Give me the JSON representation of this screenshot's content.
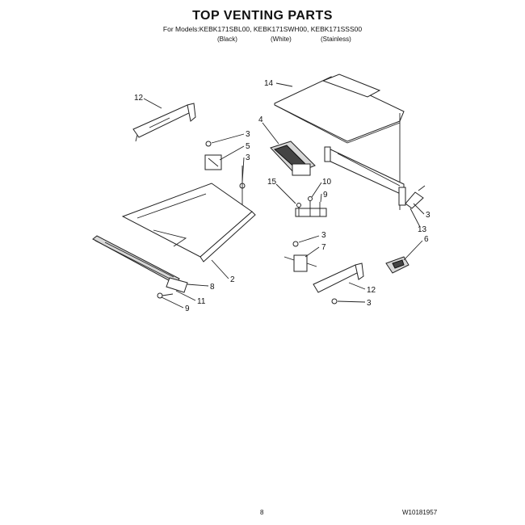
{
  "header": {
    "title": "TOP VENTING PARTS",
    "models": "For Models:KEBK171SBL00, KEBK171SWH00, KEBK171SSS00",
    "variants": [
      "(Black)",
      "(White)",
      "(Stainless)"
    ]
  },
  "footer": {
    "page_number": "8",
    "doc_number": "W10181957"
  },
  "callouts": {
    "c14": "14",
    "c12a": "12",
    "c4": "4",
    "c3a": "3",
    "c5": "5",
    "c3b": "3",
    "c15": "15",
    "c10": "10",
    "c9a": "9",
    "c3c": "3",
    "c13": "13",
    "c6": "6",
    "c3d": "3",
    "c7": "7",
    "c2": "2",
    "c12b": "12",
    "c3e": "3",
    "c8": "8",
    "c11": "11",
    "c9b": "9"
  }
}
